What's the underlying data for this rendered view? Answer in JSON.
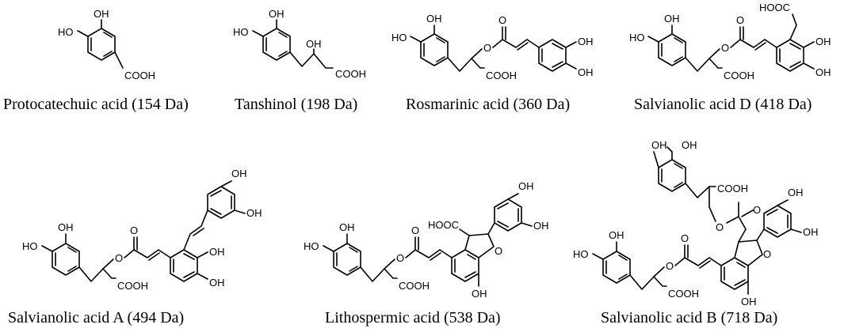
{
  "compounds": [
    {
      "name": "Protocatechuic acid (154 Da)"
    },
    {
      "name": "Tanshinol (198 Da)"
    },
    {
      "name": "Rosmarinic acid (360 Da)"
    },
    {
      "name": "Salvianolic acid D (418 Da)"
    },
    {
      "name": "Salvianolic acid A (494 Da)"
    },
    {
      "name": "Lithospermic acid  (538 Da)"
    },
    {
      "name": "Salvianolic acid B (718 Da)"
    }
  ],
  "atom_labels": {
    "oh": "OH",
    "ho": "HO",
    "cooh": "COOH",
    "hooc": "HOOC",
    "o": "O"
  }
}
